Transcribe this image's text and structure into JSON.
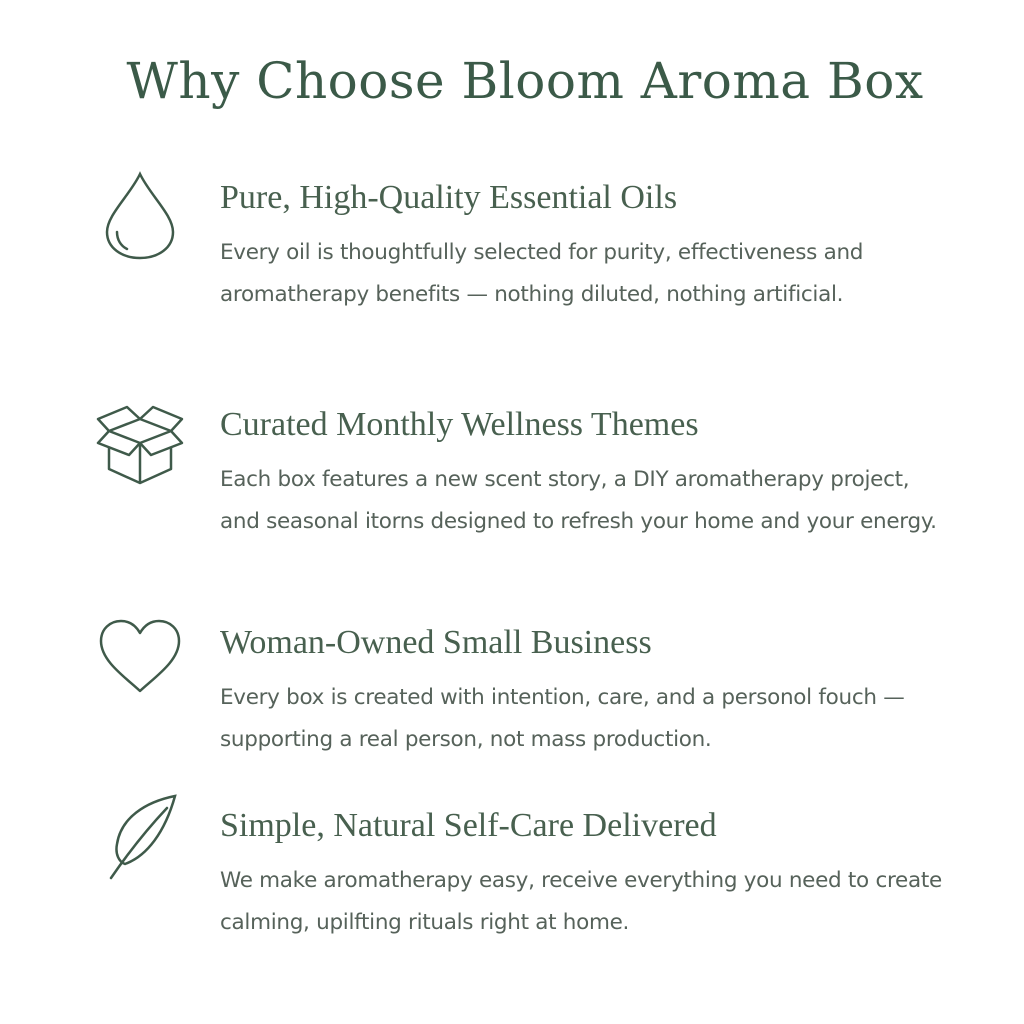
{
  "title": "Why Choose Bloom Aroma Box",
  "features": [
    {
      "icon": "droplet-icon",
      "heading": "Pure, High-Quality Essential Oils",
      "body": "Every oil is thoughtfully selected for purity, effectiveness and aromatherapy benefits — nothing diluted, nothing artificial."
    },
    {
      "icon": "open-box-icon",
      "heading": "Curated Monthly Wellness Themes",
      "body": "Each box features a new scent story, a DIY aromatherapy project, and seasonal itorns designed to refresh your home and your energy."
    },
    {
      "icon": "heart-icon",
      "heading": "Woman-Owned Small Business",
      "body": "Every box is created with intention, care, and a personol fouch — supporting a real person, not mass production."
    },
    {
      "icon": "leaf-icon",
      "heading": "Simple, Natural Self-Care Delivered",
      "body": "We make aromatherapy easy, receive everything you need to create calming, upilfting rituals right at home."
    }
  ],
  "colors": {
    "heading": "#3b5a48",
    "body": "#56625a",
    "icon": "#3f5a4a"
  }
}
